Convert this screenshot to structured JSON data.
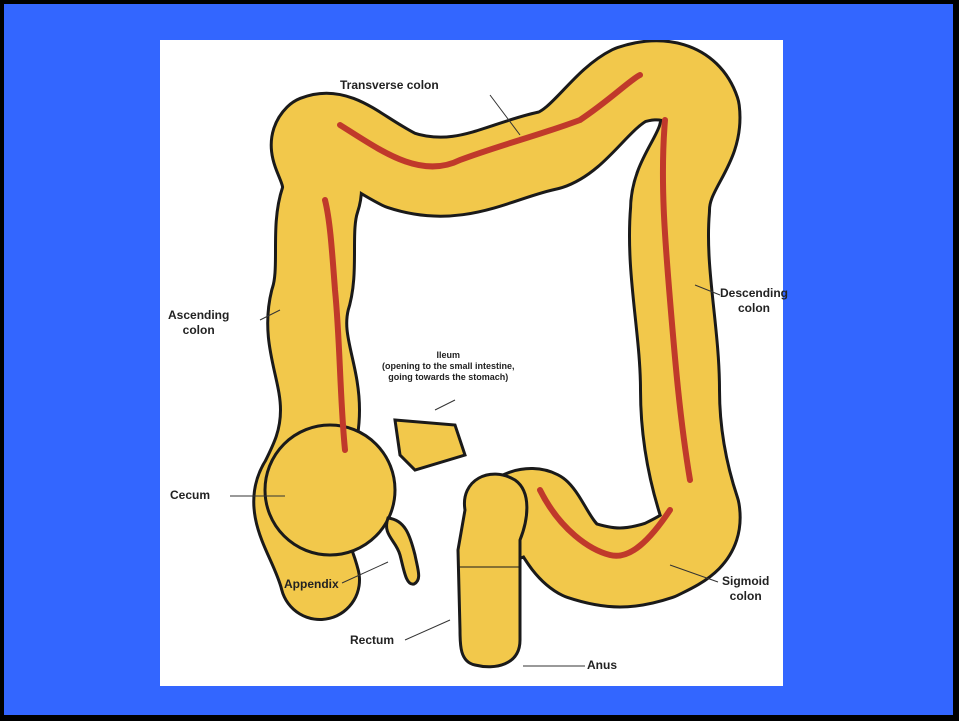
{
  "diagram": {
    "labels": {
      "transverse_colon": "Transverse colon",
      "ascending_colon_1": "Ascending",
      "ascending_colon_2": "colon",
      "descending_colon_1": "Descending",
      "descending_colon_2": "colon",
      "ileum_1": "Ileum",
      "ileum_2": "(opening to the small intestine,",
      "ileum_3": "going towards the stomach)",
      "cecum": "Cecum",
      "appendix": "Appendix",
      "sigmoid_colon_1": "Sigmoid",
      "sigmoid_colon_2": "colon",
      "rectum": "Rectum",
      "anus": "Anus"
    },
    "colors": {
      "background": "#3366ff",
      "panel": "#ffffff",
      "colon_fill": "#f2c84b",
      "colon_outline": "#1a1a1a",
      "band": "#c0392b"
    }
  }
}
